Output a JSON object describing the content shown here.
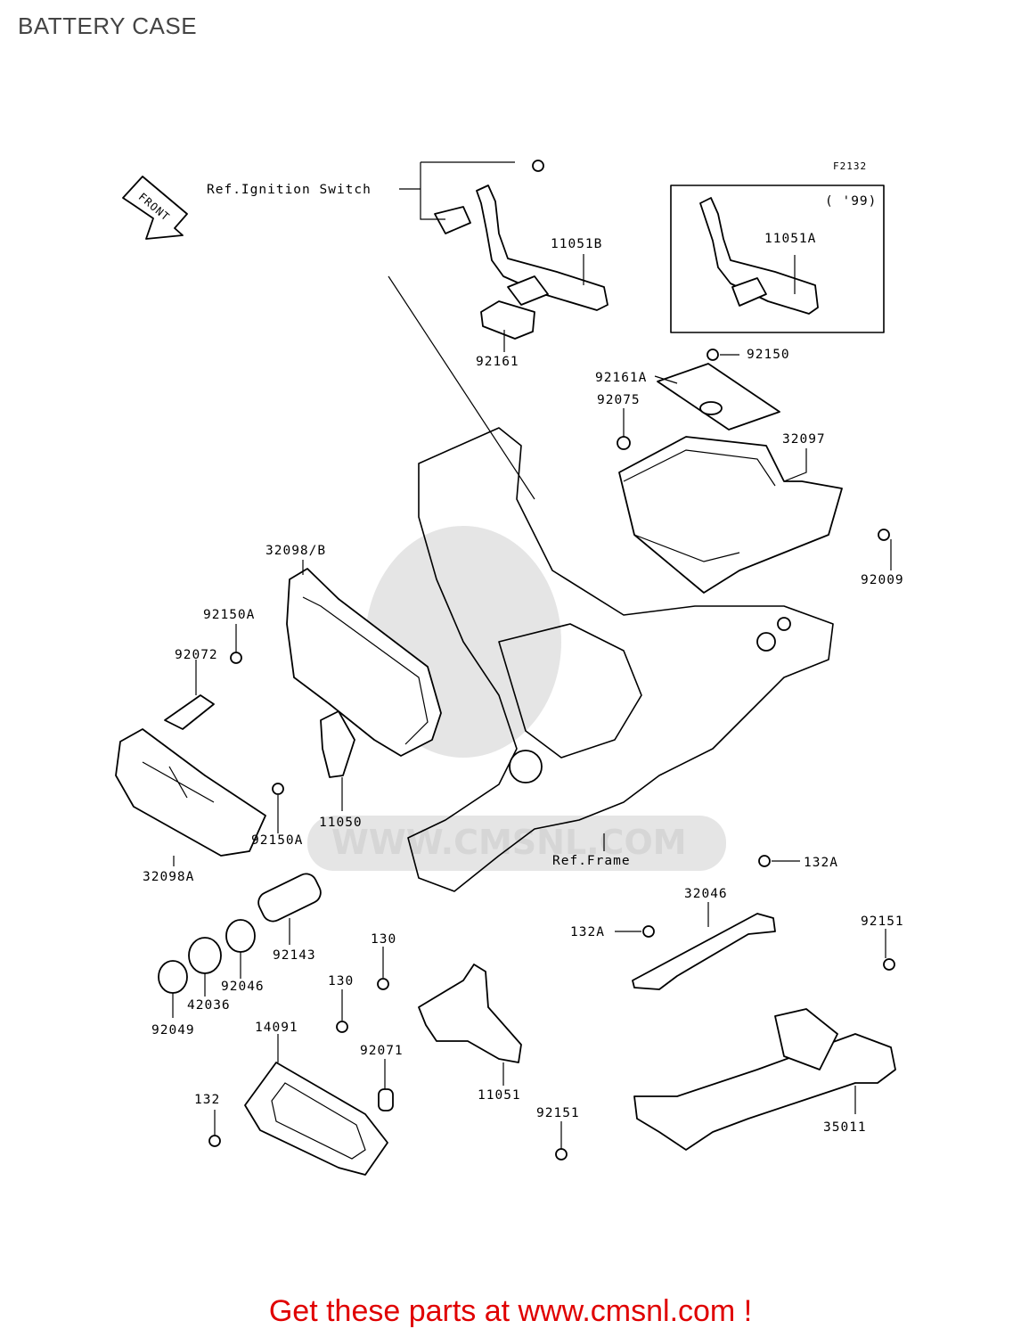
{
  "title": "BATTERY CASE",
  "figure_code": "F2132",
  "footer_text": "Get these parts at www.cmsnl.com !",
  "watermark_text": "WWW.CMSNL.COM",
  "direction_label": "FRONT",
  "inset_label": "( '99)",
  "references": {
    "ignition_switch": "Ref.Ignition Switch",
    "frame": "Ref.Frame"
  },
  "parts": {
    "p11051B": "11051B",
    "p11051A": "11051A",
    "p92161": "92161",
    "p92150": "92150",
    "p92161A": "92161A",
    "p92075": "92075",
    "p32097": "32097",
    "p92009": "92009",
    "p32098B": "32098/B",
    "p92150A_1": "92150A",
    "p92072": "92072",
    "p11050": "11050",
    "p92150A_2": "92150A",
    "p32098A": "32098A",
    "p132A_1": "132A",
    "p32046": "32046",
    "p132A_2": "132A",
    "p92151_1": "92151",
    "p92143": "92143",
    "p130_1": "130",
    "p130_2": "130",
    "p92046": "92046",
    "p42036": "42036",
    "p92049": "92049",
    "p14091": "14091",
    "p92071": "92071",
    "p11051": "11051",
    "p132": "132",
    "p92151_2": "92151",
    "p35011": "35011"
  },
  "colors": {
    "footer": "#e00000",
    "title": "#444444",
    "watermark": "#cfcfcf"
  }
}
